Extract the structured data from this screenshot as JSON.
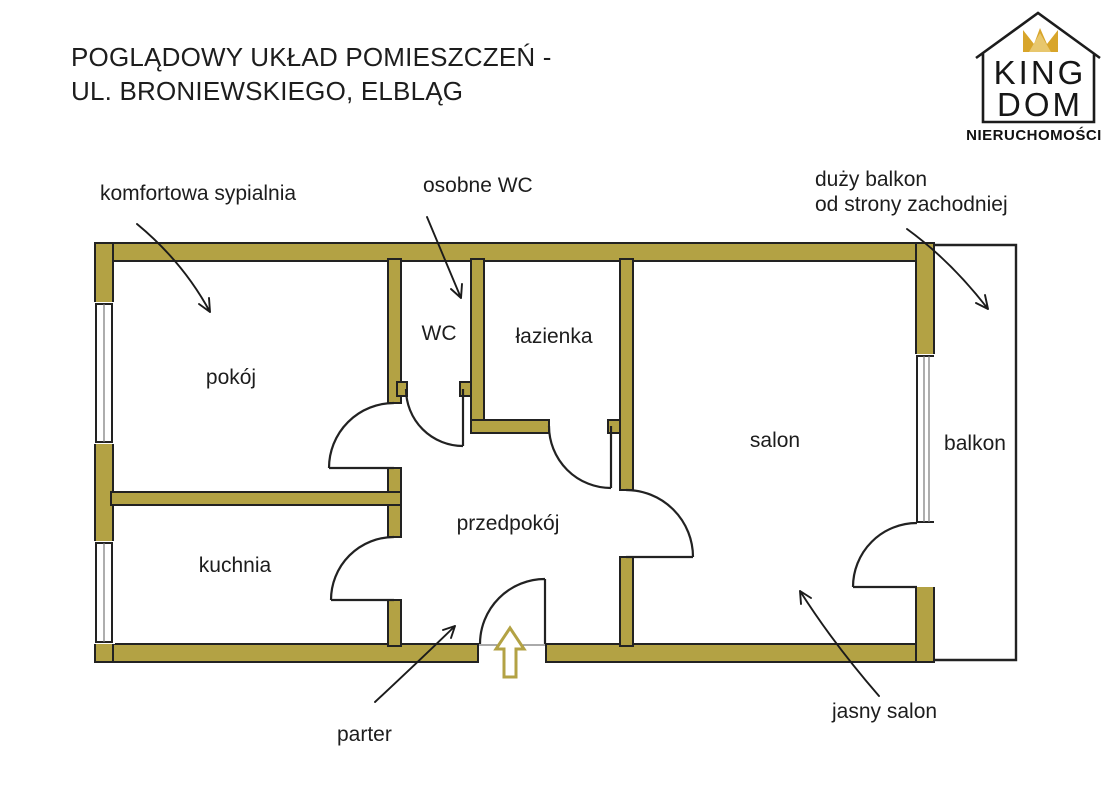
{
  "header": {
    "title_line1": "POGLĄDOWY UKŁAD POMIESZCZEŃ -",
    "title_line2": "UL. BRONIEWSKIEGO, ELBLĄG"
  },
  "logo": {
    "brand_top": "KING",
    "brand_bottom": "DOM",
    "subtitle": "NIERUCHOMOŚCI",
    "crown_gold": "#d8a52a",
    "crown_gold_light": "#e8c76d"
  },
  "floorplan": {
    "colors": {
      "wall": "#b3a244",
      "outline": "#222222",
      "text": "#1d1d1d"
    },
    "rooms": {
      "pokoj": {
        "label": "pokój"
      },
      "kuchnia": {
        "label": "kuchnia"
      },
      "wc": {
        "label": "WC"
      },
      "lazienka": {
        "label": "łazienka"
      },
      "przedpokoj": {
        "label": "przedpokój"
      },
      "salon": {
        "label": "salon"
      },
      "balkon": {
        "label": "balkon"
      }
    },
    "annotations": {
      "sypialnia": {
        "text": "komfortowa sypialnia"
      },
      "osobne_wc": {
        "text": "osobne WC"
      },
      "duzy_balkon": {
        "line1": "duży balkon",
        "line2": "od strony zachodniej"
      },
      "jasny_salon": {
        "text": "jasny salon"
      },
      "parter": {
        "text": "parter"
      }
    }
  }
}
